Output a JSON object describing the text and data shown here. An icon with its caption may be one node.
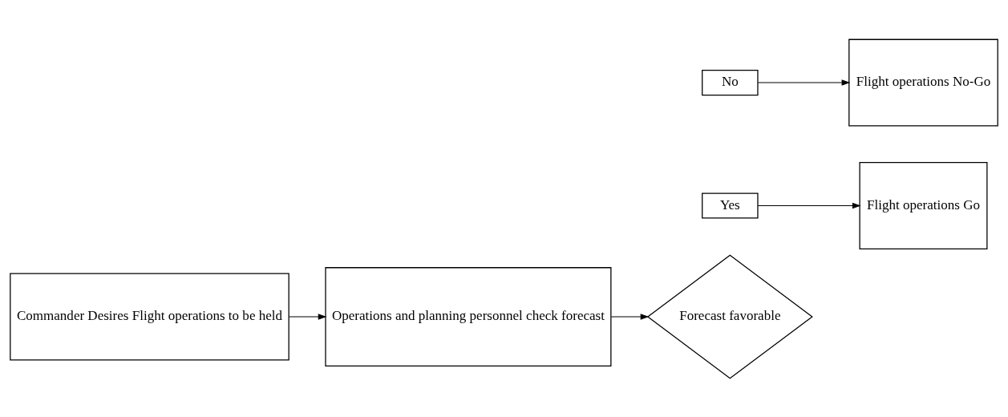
{
  "diagram": {
    "nodes": [
      {
        "text": [
          "Commander Desires Flight operations to be held"
        ]
      },
      {
        "text": [
          "Operations and planning personnel check forecast"
        ]
      },
      {
        "text": [
          "Forecast favorable"
        ]
      },
      {
        "text": [
          "Yes"
        ]
      },
      {
        "text": [
          "Flight operations Go"
        ]
      },
      {
        "text": [
          "No"
        ]
      },
      {
        "text": [
          "Flight operations No-Go"
        ]
      }
    ],
    "edges": [
      {
        "from": 0,
        "to": 1,
        "arrow": "to"
      },
      {
        "from": 1,
        "to": 2,
        "arrow": "to"
      },
      {
        "from": 3,
        "to": 4,
        "arrow": "to"
      },
      {
        "from": 5,
        "to": 6,
        "arrow": "to"
      }
    ]
  }
}
